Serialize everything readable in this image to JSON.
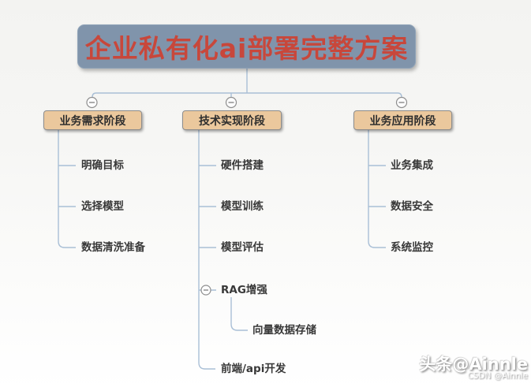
{
  "root": {
    "title": "企业私有化ai部署完整方案"
  },
  "branches": [
    {
      "label": "业务需求阶段",
      "items": [
        {
          "label": "明确目标"
        },
        {
          "label": "选择模型"
        },
        {
          "label": "数据清洗准备"
        }
      ]
    },
    {
      "label": "技术实现阶段",
      "items": [
        {
          "label": "硬件搭建"
        },
        {
          "label": "模型训练"
        },
        {
          "label": "模型评估"
        },
        {
          "label": "RAG增强",
          "children": [
            {
              "label": "向量数据存储"
            }
          ]
        },
        {
          "label": "前端/api开发"
        }
      ]
    },
    {
      "label": "业务应用阶段",
      "items": [
        {
          "label": "业务集成"
        },
        {
          "label": "数据安全"
        },
        {
          "label": "系统监控"
        }
      ]
    }
  ],
  "icons": {
    "collapse": "minus-circle"
  },
  "colors": {
    "root_fill": "#8094ab",
    "root_text": "#c8473b",
    "phase_fill": "#ebc89d",
    "phase_border": "#8d8d8d",
    "connector": "#a9bfd6",
    "topic_text": "#383838"
  },
  "watermark": {
    "line1": "头条@Ainnle",
    "line2": "CSDN @Ainnle"
  }
}
